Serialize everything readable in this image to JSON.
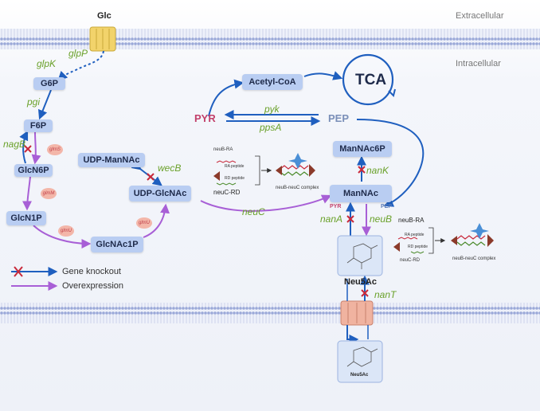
{
  "zones": {
    "extracellular": "Extracellular",
    "intracellular": "Intracellular"
  },
  "metabolites": {
    "glc": "Glc",
    "g6p": "G6P",
    "f6p": "F6P",
    "glcn6p": "GlcN6P",
    "glcn1p": "GlcN1P",
    "glcnac1p": "GlcNAc1P",
    "udp_glcnac": "UDP-GlcNAc",
    "udp_mannac": "UDP-ManNAc",
    "mannac": "ManNAc",
    "mannac6p": "ManNAc6P",
    "neu5ac": "Neu5Ac",
    "neu5ac_out": "Neu5Ac",
    "acetyl_coa": "Acetyl-CoA",
    "tca": "TCA",
    "pyr": "PYR",
    "pep": "PEP",
    "pyr_small": "PYR",
    "pep_small": "PEP"
  },
  "genes": {
    "glpP": "glpP",
    "glpK": "glpK",
    "pgi": "pgi",
    "nagB": "nagB",
    "wecB": "wecB",
    "neuC": "neuC",
    "nanA": "nanA",
    "neuB": "neuB",
    "nanK": "nanK",
    "nanT": "nanT",
    "pyk": "pyk",
    "ppsA": "ppsA"
  },
  "enzymes": {
    "glmS": "glmS",
    "glmM": "glmM",
    "glmU": "glmU",
    "glmU2": "glmU"
  },
  "complexes": {
    "neuB_RA": "neuB-RA",
    "ra_peptide": "RA peptide",
    "rd_peptide": "RD peptide",
    "neuC_RD": "neuC-RD",
    "neuB_neuC_complex": "neuB-neuC complex",
    "neuB_RA_2": "neuB-RA",
    "ra_peptide_2": "RA peptide",
    "rd_peptide_2": "RD peptide",
    "neuC_RD_2": "neuC-RD",
    "neuB_neuC_complex_2": "neuB-neuC complex"
  },
  "legend": {
    "knockout": "Gene knockout",
    "overexpression": "Overexpression"
  },
  "colors": {
    "blue": "#1f5fbf",
    "purple": "#a85fd6",
    "red": "#c8283a",
    "green": "#6aa12a",
    "node": "#b9cdf2",
    "membrane": "#aeb9e0"
  }
}
